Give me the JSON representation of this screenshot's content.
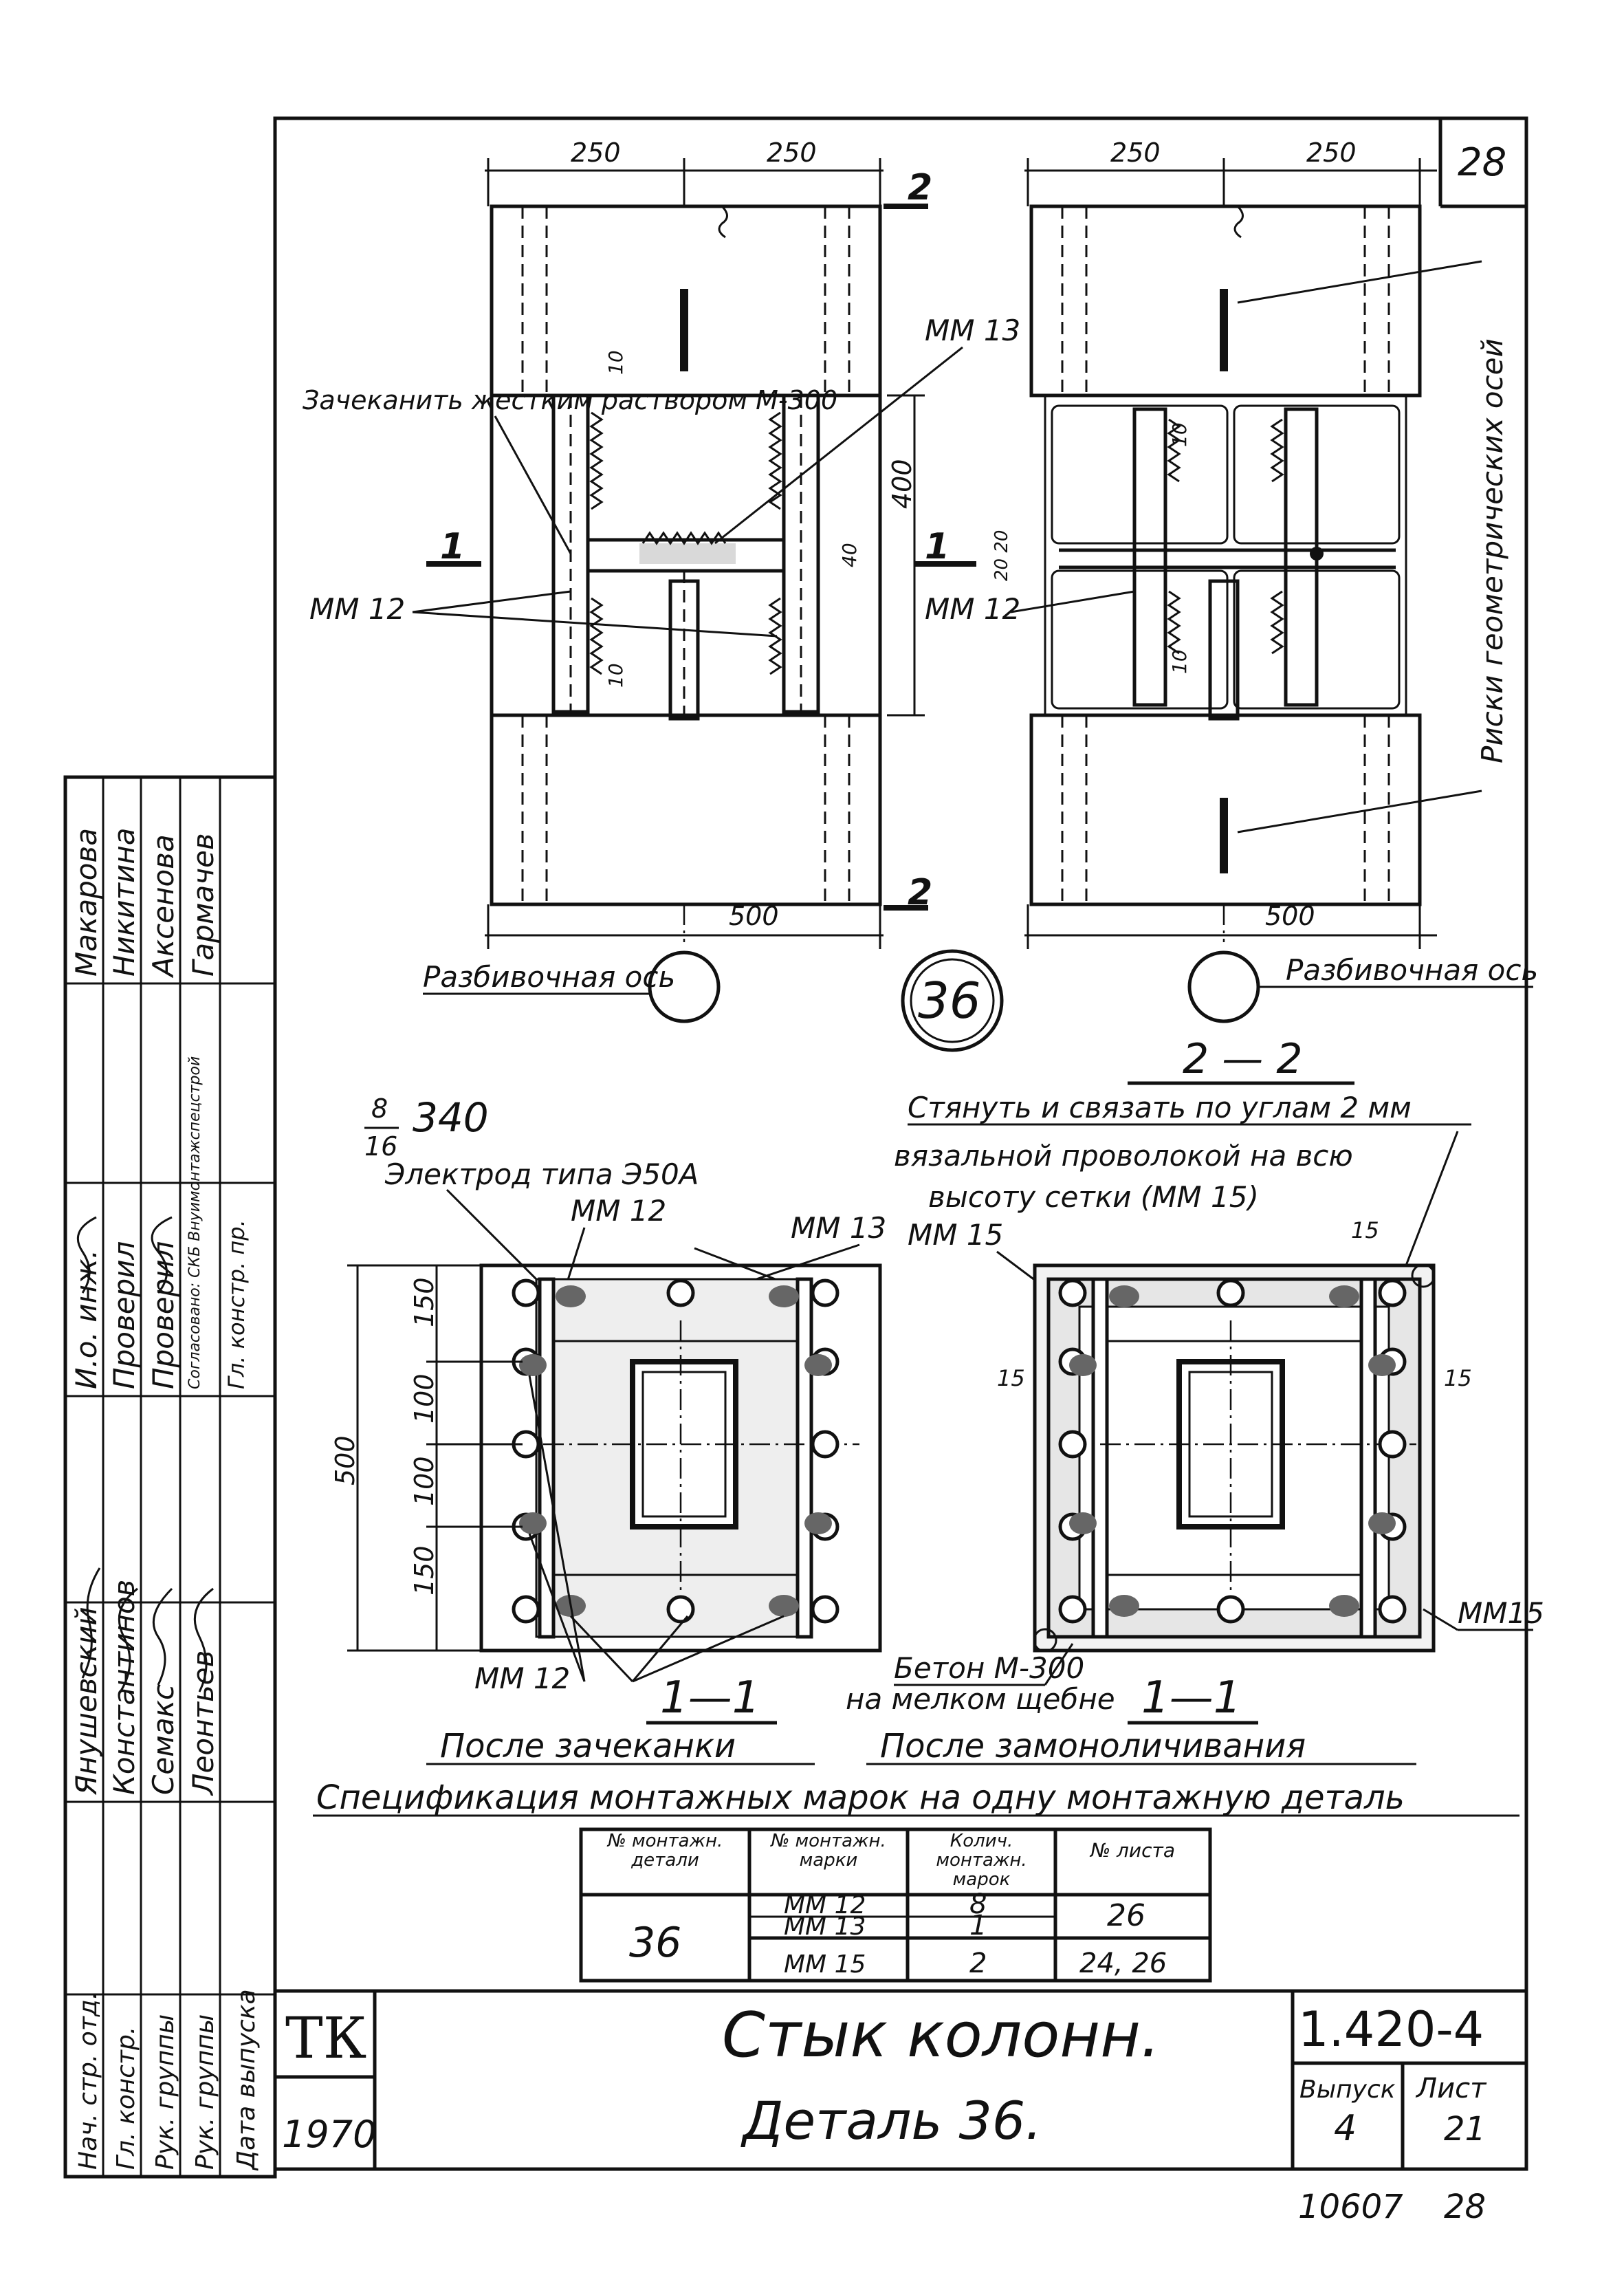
{
  "sheet": {
    "sheet_no": "28",
    "series_code": "1.420-4",
    "issue_label": "Выпуск",
    "issue_no": "4",
    "sheet_label": "Лист",
    "sheet_page": "21",
    "bottom_left_no": "10607",
    "bottom_right_no": "28",
    "org": "ТК",
    "year": "1970",
    "title_line1": "Стык колонн.",
    "title_line2": "Деталь 36."
  },
  "plan_left": {
    "dim_top_1": "250",
    "dim_top_2": "250",
    "dim_bottom": "500",
    "dim_400": "400",
    "dim_10_top": "10",
    "dim_10_bot": "10",
    "dim_40": "40",
    "note_grout": "Зачеканить жестким раствором М-300",
    "note_mm12": "ММ 12",
    "note_mm13": "ММ 13",
    "section_1": "1",
    "section_2": "2",
    "axis_label": "Разбивочная ось"
  },
  "plan_right": {
    "dim_top_1": "250",
    "dim_top_2": "250",
    "dim_bottom": "500",
    "dim_2020": "20 20",
    "dim_10a": "10",
    "dim_10b": "10",
    "note_mm12": "ММ 12",
    "note_risks": "Риски геометрических осей",
    "axis_label": "Разбивочная ось",
    "section_caption": "2 — 2"
  },
  "detail_number": "36",
  "sec_left": {
    "weld_frac_top": "8",
    "weld_frac_bot": "16",
    "weld_len": "340",
    "electrode": "Электрод типа Э50А",
    "note_mm12": "ММ 12",
    "note_mm13": "ММ 13",
    "note_mm12_bot": "ММ 12",
    "dim_500": "500",
    "dims": [
      "150",
      "100",
      "100",
      "150"
    ],
    "caption": "1—1",
    "subcaption": "После зачеканки"
  },
  "sec_right": {
    "tie_note_1": "Стянуть и связать по углам 2 мм",
    "tie_note_2": "вязальной проволокой на всю",
    "tie_note_3": "высоту сетки (ММ 15)",
    "note_mm15_top": "ММ 15",
    "note_mm15_right": "ММ15",
    "dim_15_top": "15",
    "dim_15_left": "15",
    "dim_15_right": "15",
    "concrete_1": "Бетон М-300",
    "concrete_2": "на мелком щебне",
    "caption": "1—1",
    "subcaption": "После замоноличивания"
  },
  "spec": {
    "title": "Спецификация монтажных марок на одну монтажную деталь",
    "headers": [
      "№ монтажн. детали",
      "№ монтажн. марки",
      "Колич. монтажн. марок",
      "№ листа"
    ],
    "detail": "36",
    "rows": [
      {
        "mark": "ММ 12",
        "qty": "8",
        "sheet": "26"
      },
      {
        "mark": "ММ 13",
        "qty": "1",
        "sheet": ""
      },
      {
        "mark": "ММ 15",
        "qty": "2",
        "sheet": "24, 26"
      }
    ]
  },
  "stamp": {
    "roles": [
      "Нач. стр. отд.",
      "Гл. констр.",
      "Рук. группы",
      "Рук. группы",
      "Дата выпуска"
    ],
    "names_a": [
      "Янушевский",
      "Константинов",
      "Семакс",
      "Леонтьев"
    ],
    "pos_b": [
      "И.о. инж.",
      "Проверил",
      "Проверил",
      "Согласовано: СКБ Внуимонтажспецстрой",
      "Гл. констр. пр."
    ],
    "names_c": [
      "Макарова",
      "Никитина",
      "Аксенова",
      "Гармачев"
    ]
  }
}
